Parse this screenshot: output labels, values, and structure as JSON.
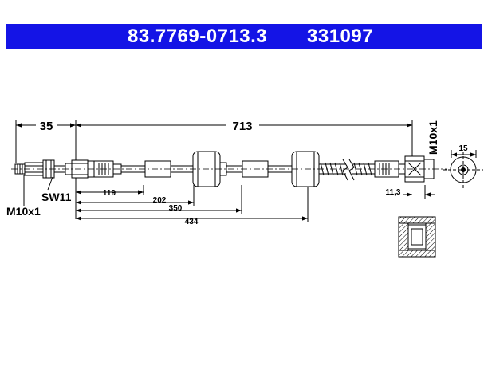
{
  "header": {
    "article_number": "83.7769-0713.3",
    "reference_number": "331097",
    "background_color": "#1414e6",
    "text_color": "#ffffff"
  },
  "dimensions": {
    "fitting_length": "35",
    "overall_length": "713",
    "d119": "119",
    "d202": "202",
    "d350": "350",
    "d434": "434",
    "end_width": "11,3",
    "diameter": "15"
  },
  "labels": {
    "wrench_size": "SW11",
    "thread_left": "M10x1",
    "thread_right": "M10x1"
  }
}
